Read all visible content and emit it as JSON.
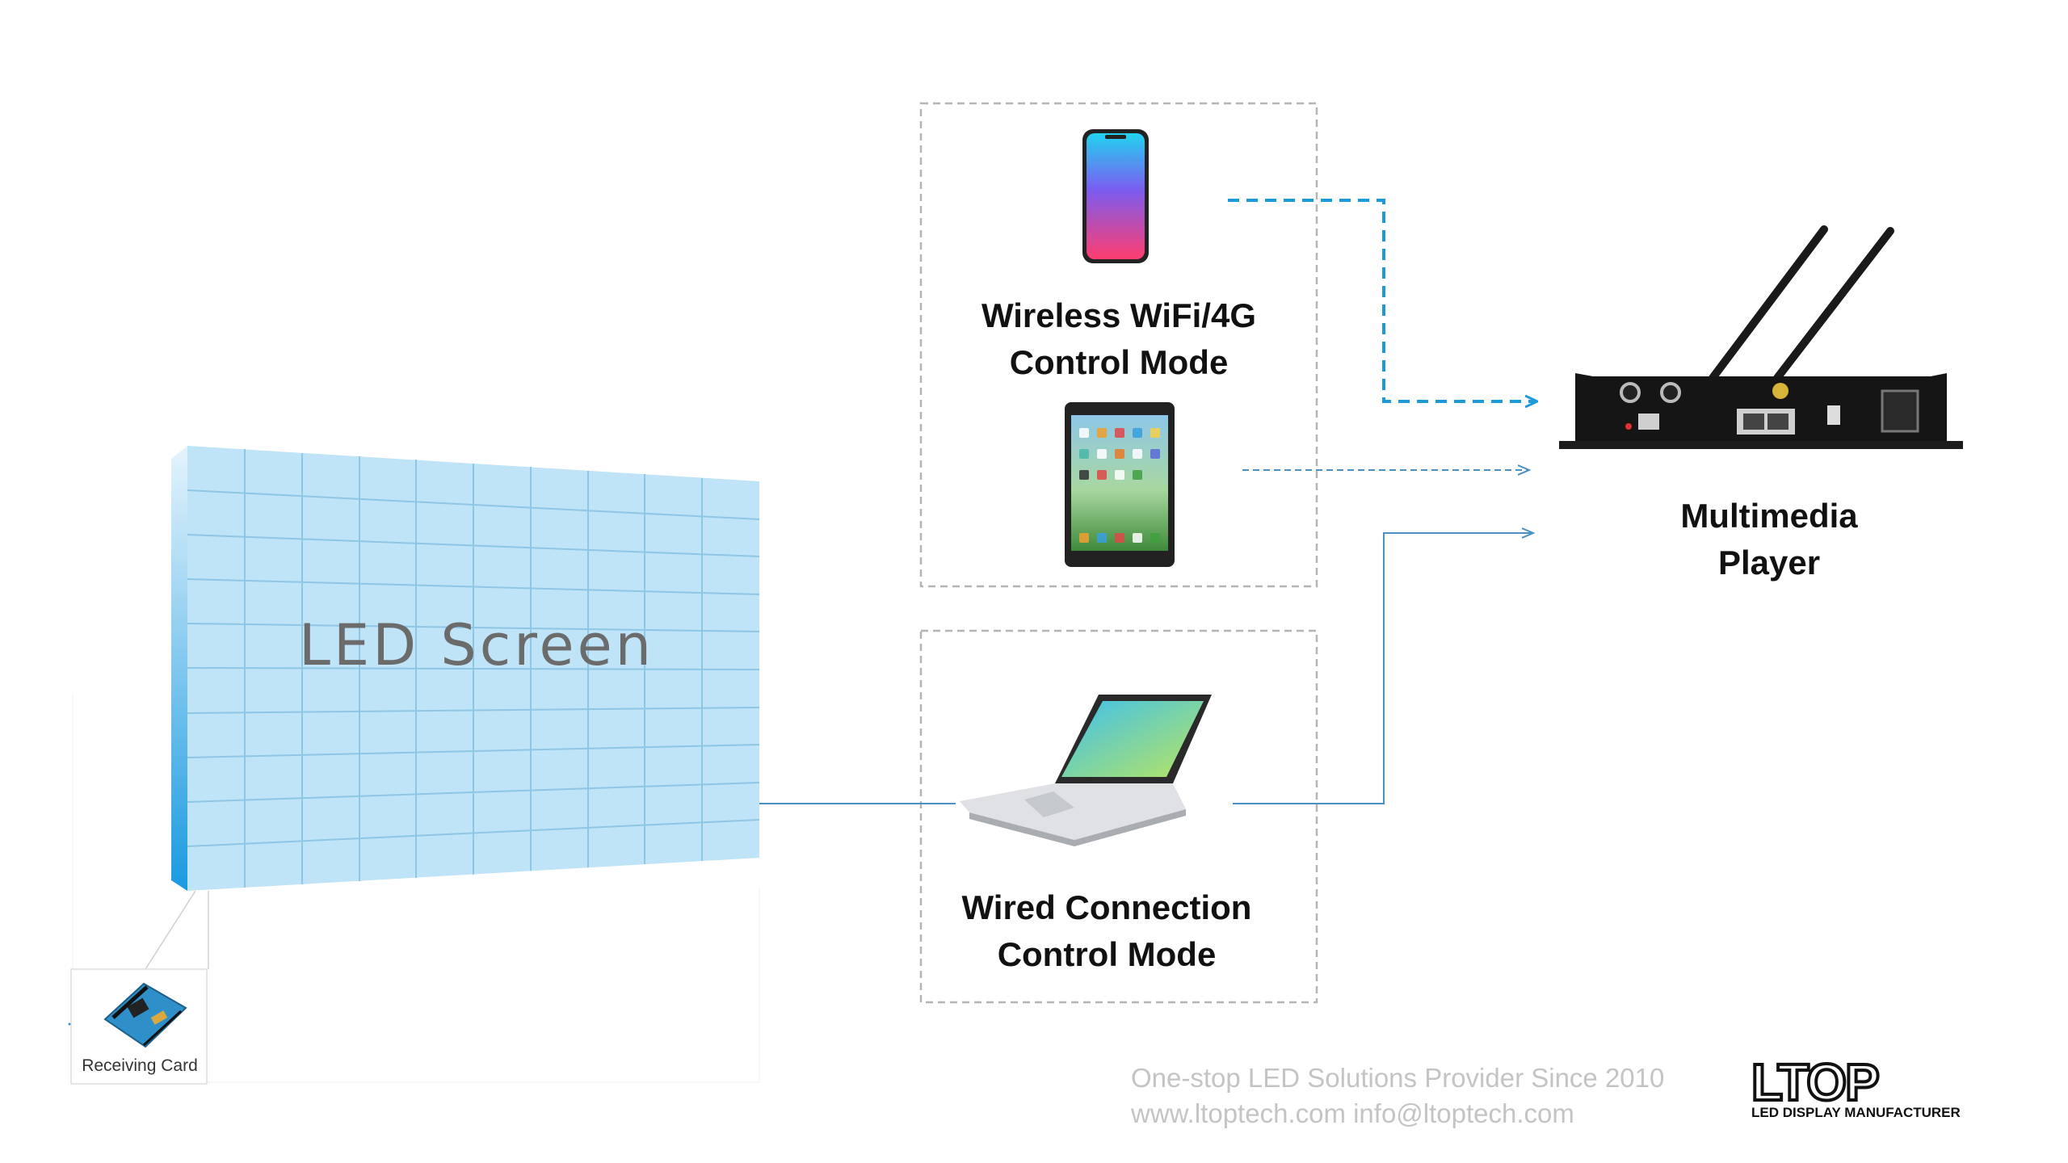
{
  "led_screen": {
    "label": "LED Screen"
  },
  "receiving_card": {
    "label": "Receiving Card"
  },
  "wireless_mode": {
    "line1": "Wireless WiFi/4G",
    "line2": "Control Mode"
  },
  "wired_mode": {
    "line1": "Wired Connection",
    "line2": "Control Mode"
  },
  "player": {
    "line1": "Multimedia",
    "line2": "Player"
  },
  "footer": {
    "line1": "One-stop LED Solutions Provider Since 2010",
    "line2": "www.ltoptech.com info@ltoptech.com"
  },
  "logo": {
    "text": "LTOP",
    "subtitle": "LED DISPLAY MANUFACTURER"
  },
  "colors": {
    "wifi_line": "#1e9ad9",
    "wired_line": "#4a90c2",
    "screen_fill": "#bfe3f7",
    "screen_grid": "#8ec6e6",
    "box_border": "#b5b5b5"
  },
  "icons": [
    "smartphone-icon",
    "tablet-icon",
    "laptop-icon",
    "media-player-icon",
    "receiving-card-icon"
  ]
}
